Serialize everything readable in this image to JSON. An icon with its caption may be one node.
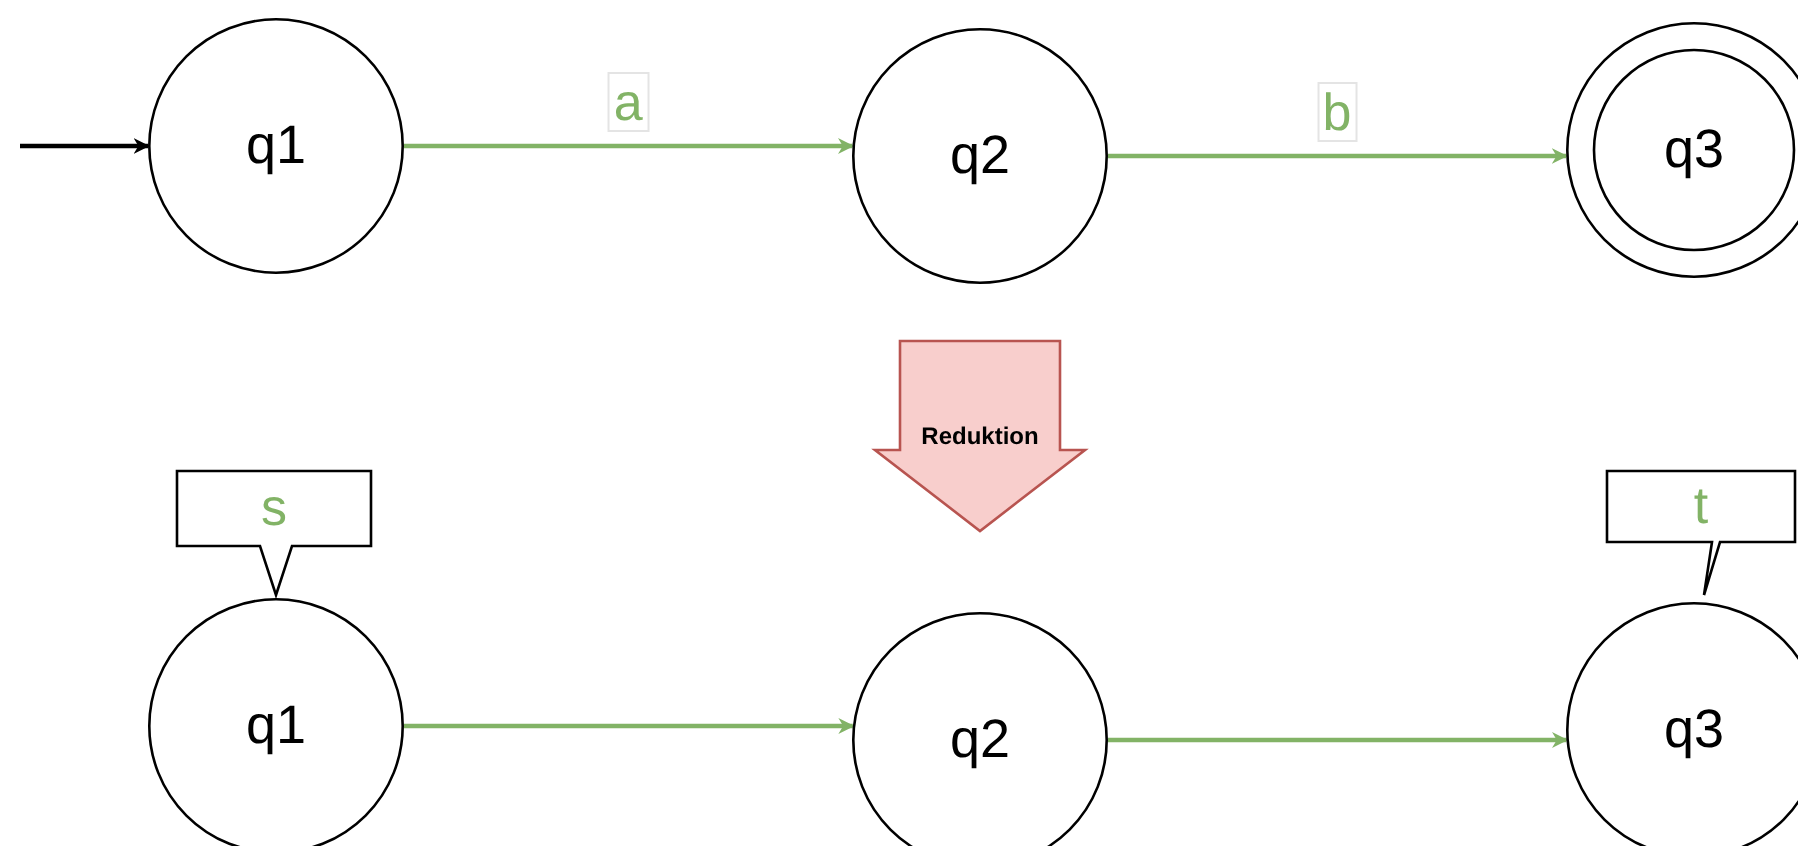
{
  "diagram": {
    "nodes": [
      {
        "text": [
          "q1"
        ]
      },
      {
        "text": [
          "q2"
        ]
      },
      {
        "text": [
          "q3"
        ]
      },
      {
        "text": [
          "Reduktion"
        ]
      },
      {
        "text": [
          "s"
        ]
      },
      {
        "text": [
          "t"
        ]
      },
      {
        "text": [
          "q1"
        ]
      },
      {
        "text": [
          "q2"
        ]
      },
      {
        "text": [
          "q3"
        ]
      }
    ],
    "edges": [
      {
        "from": null,
        "to": 0,
        "arrow": "to",
        "color": "#000000"
      },
      {
        "from": 0,
        "to": 1,
        "arrow": "to",
        "label": "a"
      },
      {
        "from": 1,
        "to": 2,
        "arrow": "to",
        "label": "b"
      },
      {
        "from": 6,
        "to": 7,
        "arrow": "to"
      },
      {
        "from": 7,
        "to": 8,
        "arrow": "to"
      }
    ]
  }
}
